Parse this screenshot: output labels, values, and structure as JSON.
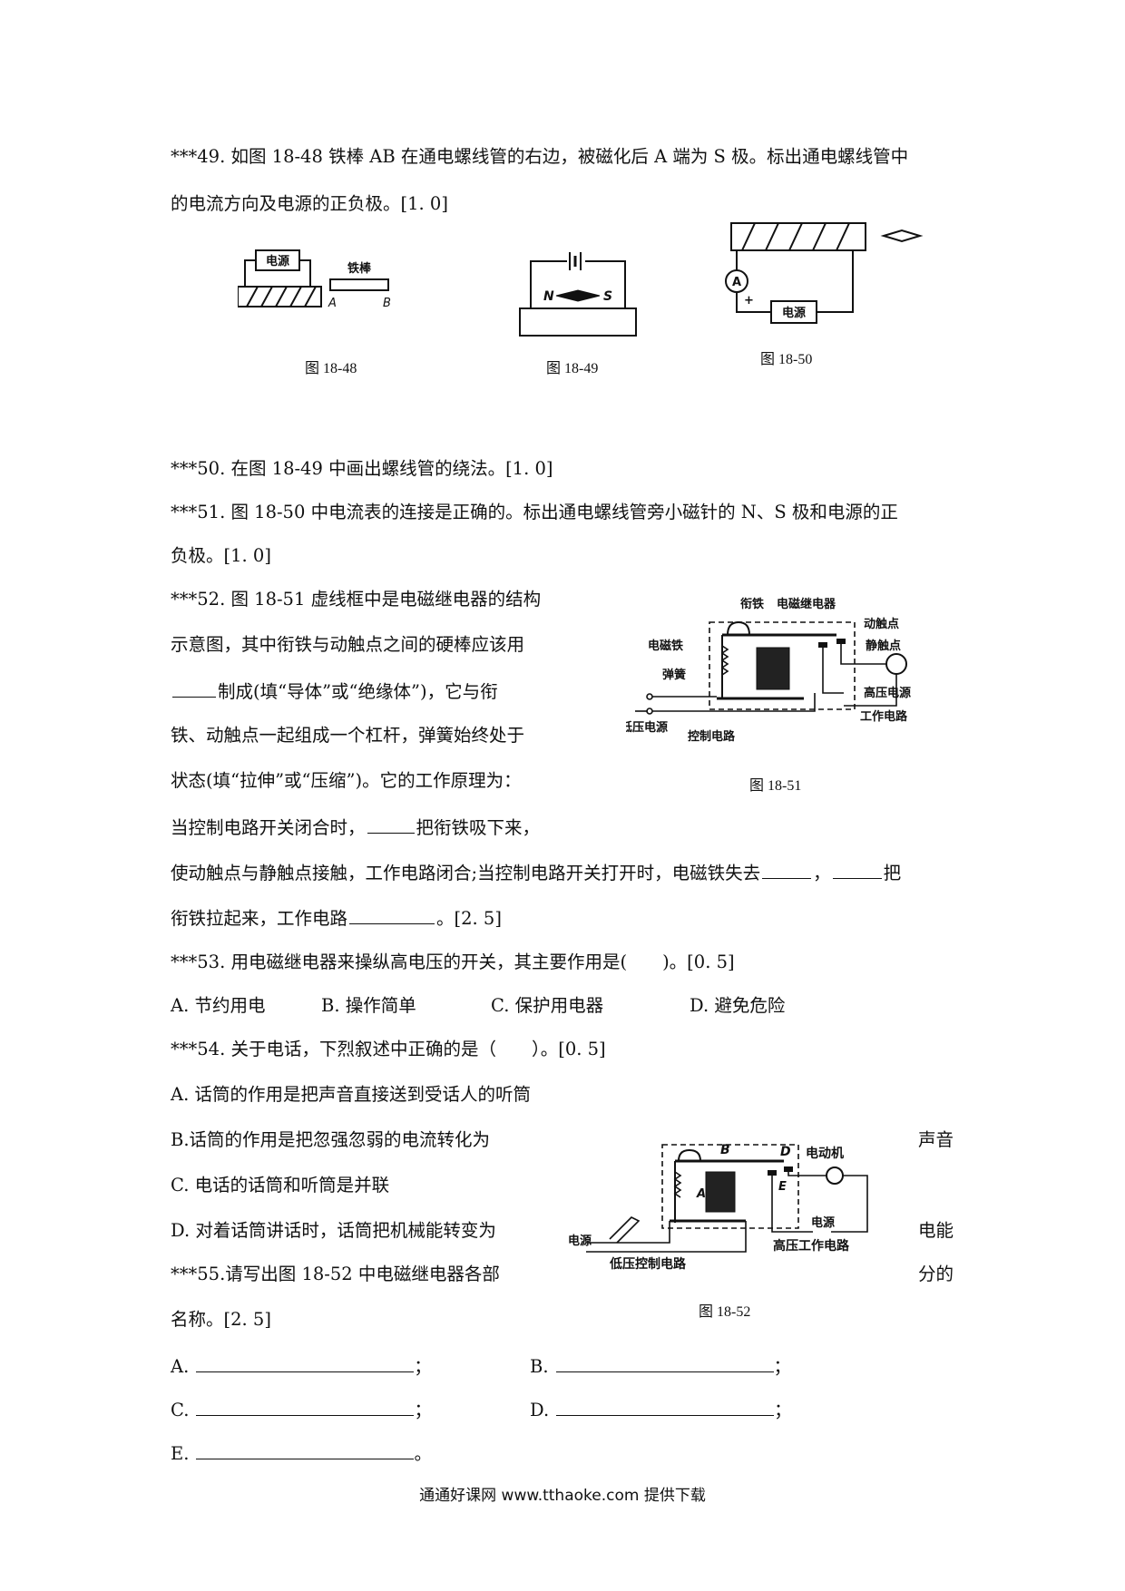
{
  "q49": {
    "line1": "***49. 如图 18-48 铁棒 AB 在通电螺线管的右边，被磁化后 A 端为 S 极。标出通电螺线管中",
    "line2": "的电流方向及电源的正负极。[1. 0]"
  },
  "figures": {
    "f48": {
      "caption": "图 18-48",
      "power": "电源",
      "rod": "铁棒",
      "a": "A",
      "b": "B"
    },
    "f49": {
      "caption": "图 18-49",
      "n": "N",
      "s": "S"
    },
    "f50": {
      "caption": "图 18-50",
      "power": "电源",
      "ammeter": "A",
      "plus": "+"
    },
    "f51": {
      "caption": "图 18-51",
      "armature": "衔铁",
      "relay": "电磁继电器",
      "moving": "动触点",
      "electromagnet": "电磁铁",
      "static": "静触点",
      "spring": "弹簧",
      "hv": "高压电源",
      "lv": "低压电源",
      "work": "工作电路",
      "control": "控制电路"
    },
    "f52": {
      "caption": "图 18-52",
      "b": "B",
      "d": "D",
      "a": "A",
      "e": "E",
      "motor": "电动机",
      "power_left": "电源",
      "power": "电源",
      "hv_circuit": "高压工作电路",
      "lv_circuit": "低压控制电路"
    }
  },
  "q50": "***50. 在图 18-49 中画出螺线管的绕法。[1. 0]",
  "q51": {
    "line1": "***51. 图 18-50 中电流表的连接是正确的。标出通电螺线管旁小磁针的 N、S 极和电源的正",
    "line2": "负极。[1. 0]"
  },
  "q52": {
    "line1": "***52. 图 18-51 虚线框中是电磁继电器的结构",
    "line2": "示意图，其中衔铁与动触点之间的硬棒应该用",
    "line3": "制成(填“导体”或“绝缘体”)，它与衔",
    "line4": "铁、动触点一起组成一个杠杆，弹簧始终处于",
    "line5": "状态(填“拉伸”或“压缩”)。它的工作原理为：",
    "line6a": "当控制电路开关闭合时，",
    "line6b": "把衔铁吸下来，",
    "line7a": "使动触点与静触点接触，工作电路闭合;当控制电路开关打开时，电磁铁失去",
    "line7b": "，",
    "line7c": "把",
    "line8a": "衔铁拉起来，工作电路",
    "line8b": "。[2. 5]"
  },
  "q53": {
    "stem": "***53. 用电磁继电器来操纵高电压的开关，其主要作用是(　　)。[0. 5]",
    "options": [
      "A. 节约用电",
      "B. 操作简单",
      "C. 保护用电器",
      "D. 避免危险"
    ]
  },
  "q54": {
    "stem": "***54. 关于电话，下烈叙述中正确的是（　　）。[0. 5]",
    "a": "A. 话筒的作用是把声音直接送到受话人的听筒",
    "b": "B.话筒的作用是把忽强忽弱的电流转化为",
    "b_end": "声音",
    "c": "C. 电话的话筒和听筒是并联",
    "d": "D. 对着话筒讲话时，话筒把机械能转变为",
    "d_end": "电能"
  },
  "q55": {
    "line1": "***55.请写出图 18-52 中电磁继电器各部",
    "line1_end": "分的",
    "line2": "名称。[2. 5]",
    "labels": [
      "A.",
      "B.",
      "C.",
      "D.",
      "E."
    ],
    "semicolon": "；",
    "period": "。"
  },
  "footer": "通通好课网  www.tthaoke.com  提供下载"
}
